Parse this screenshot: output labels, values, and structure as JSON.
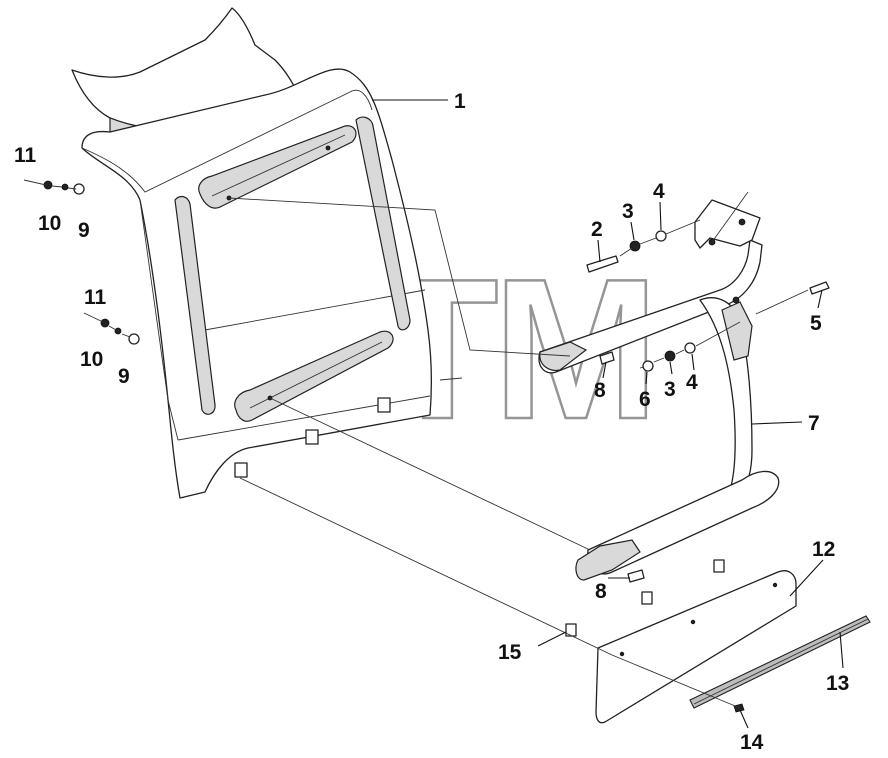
{
  "watermark": {
    "text": "BTM",
    "symbol": "®"
  },
  "callouts": {
    "c1": "1",
    "c2": "2",
    "c3a": "3",
    "c3b": "3",
    "c4a": "4",
    "c4b": "4",
    "c5": "5",
    "c6": "6",
    "c7": "7",
    "c8a": "8",
    "c8b": "8",
    "c9a": "9",
    "c9b": "9",
    "c10a": "10",
    "c10b": "10",
    "c11a": "11",
    "c11b": "11",
    "c12": "12",
    "c13": "13",
    "c14": "14",
    "c15": "15"
  }
}
